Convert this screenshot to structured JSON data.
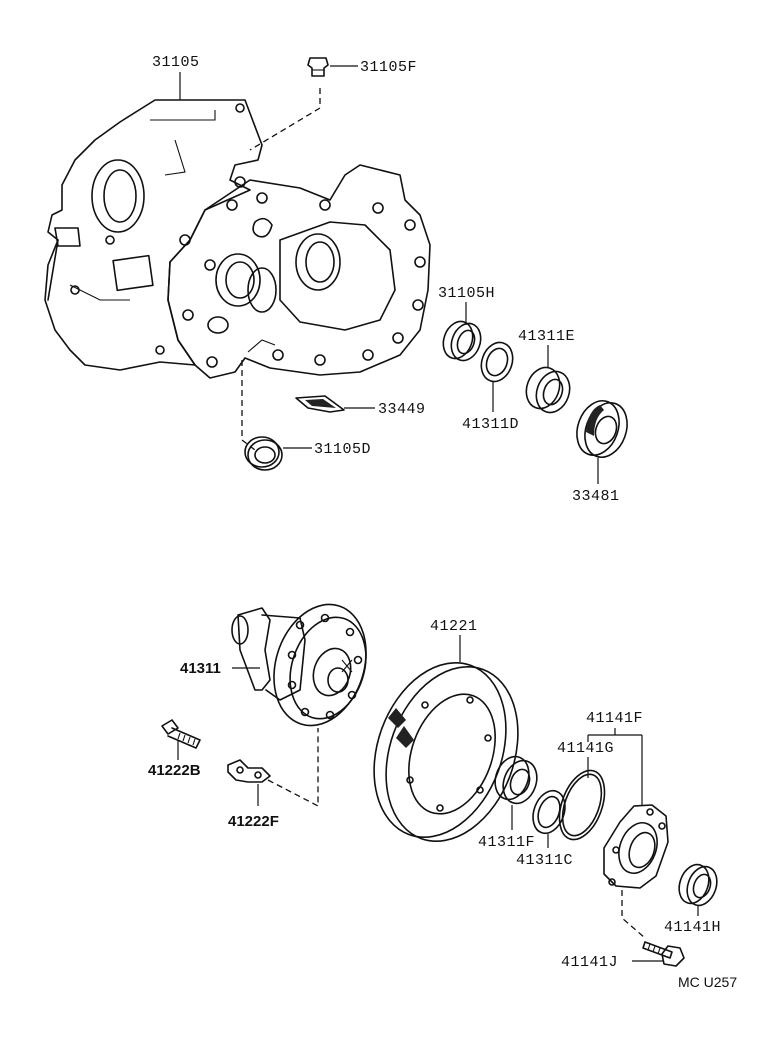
{
  "labels": {
    "p31105": "31105",
    "p31105F": "31105F",
    "p31105H": "31105H",
    "p41311E": "41311E",
    "p33449": "33449",
    "p41311D": "41311D",
    "p31105D": "31105D",
    "p33481": "33481",
    "p41221": "41221",
    "p41311": "41311",
    "p41141F": "41141F",
    "p41141G": "41141G",
    "p41222B": "41222B",
    "p41222F": "41222F",
    "p41311F": "41311F",
    "p41311C": "41311C",
    "p41141H": "41141H",
    "p41141J": "41141J"
  },
  "diagram_code": "MC U257"
}
